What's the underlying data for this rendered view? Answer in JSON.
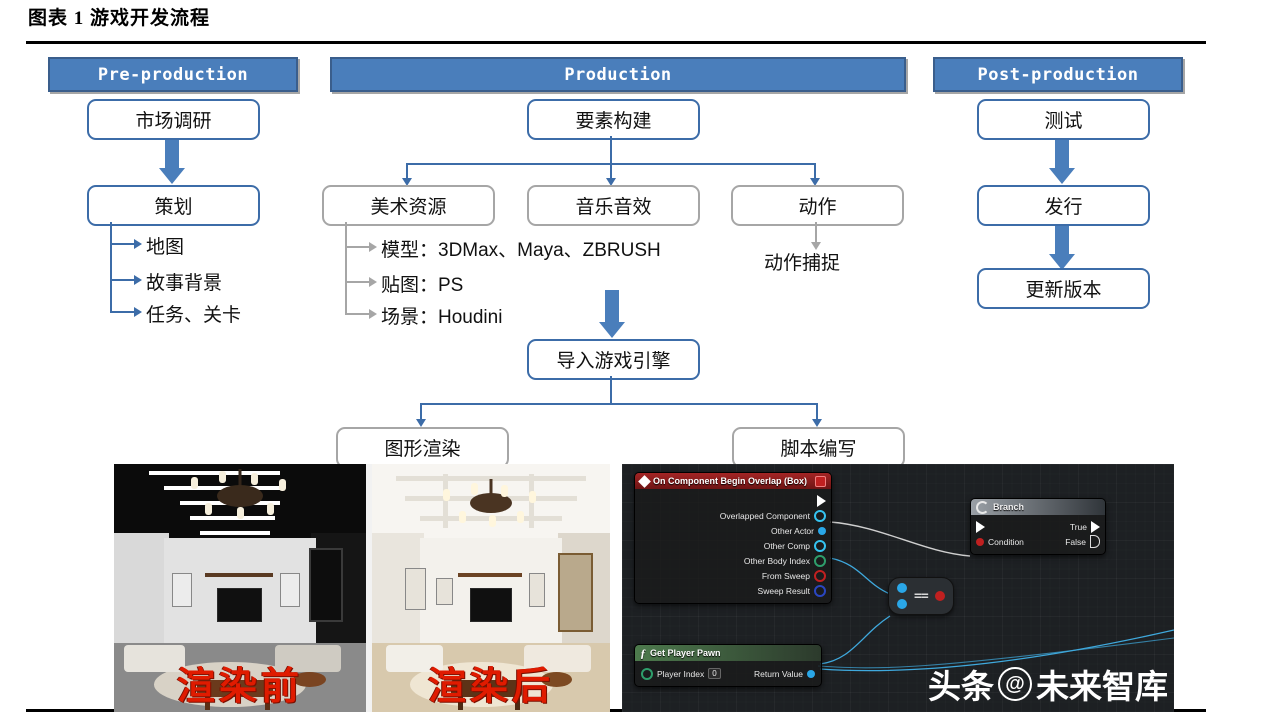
{
  "figure": {
    "title": "图表 1 游戏开发流程"
  },
  "phases": [
    {
      "id": "pre",
      "label": "Pre-production"
    },
    {
      "id": "prod",
      "label": "Production"
    },
    {
      "id": "post",
      "label": "Post-production"
    }
  ],
  "pre_production": {
    "boxes": [
      {
        "label": "市场调研"
      },
      {
        "label": "策划"
      }
    ],
    "planning_items": [
      "地图",
      "故事背景",
      "任务、关卡"
    ]
  },
  "production": {
    "root": {
      "label": "要素构建"
    },
    "branches": [
      {
        "label": "美术资源"
      },
      {
        "label": "音乐音效"
      },
      {
        "label": "动作"
      }
    ],
    "art_items": [
      "模型：3DMax、Maya、ZBRUSH",
      "贴图：PS",
      "场景：Houdini"
    ],
    "motion_item": "动作捕捉",
    "engine": {
      "label": "导入游戏引擎"
    },
    "engine_children": [
      {
        "label": "图形渲染"
      },
      {
        "label": "脚本编写"
      }
    ]
  },
  "post_production": {
    "boxes": [
      {
        "label": "测试"
      },
      {
        "label": "发行"
      },
      {
        "label": "更新版本"
      }
    ]
  },
  "render_photo": {
    "before_caption": "渲染前",
    "after_caption": "渲染后"
  },
  "blueprint": {
    "event_node": {
      "title": "On Component Begin Overlap (Box)",
      "outputs": [
        "Overlapped Component",
        "Other Actor",
        "Other Comp",
        "Other Body Index",
        "From Sweep",
        "Sweep Result"
      ]
    },
    "get_player_pawn_node": {
      "title": "Get Player Pawn",
      "input_label": "Player Index",
      "input_value": "0",
      "output_label": "Return Value"
    },
    "equals_node": {
      "symbol": "=="
    },
    "branch_node": {
      "title": "Branch",
      "condition_label": "Condition",
      "true_label": "True",
      "false_label": "False"
    }
  },
  "watermark": {
    "brand": "头条",
    "at": "@",
    "account": "未来智库"
  },
  "colors": {
    "header_blue": "#4a7ebb",
    "border_blue": "#3c6ca8",
    "border_gray": "#a6a6a6",
    "stamp_red": "#e01b00"
  }
}
